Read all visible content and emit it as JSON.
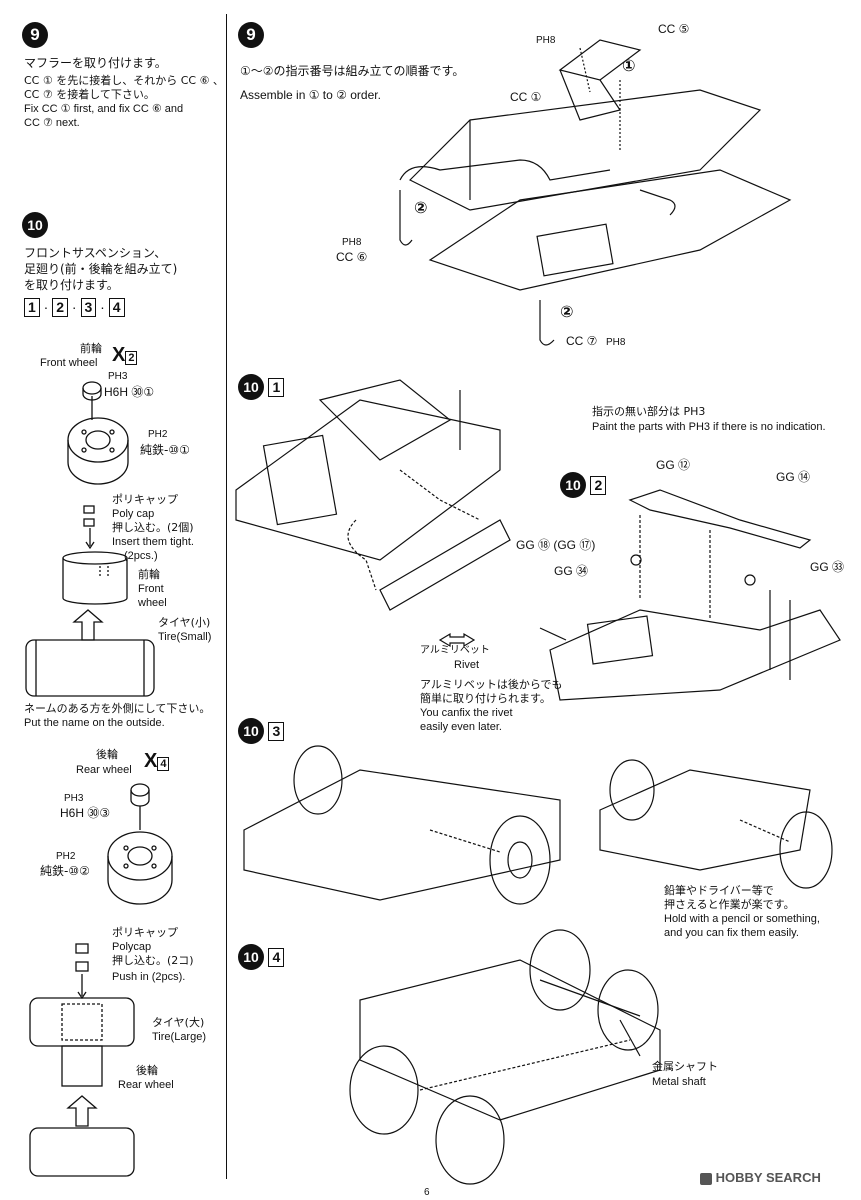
{
  "left_col": {
    "step9": {
      "num": "9",
      "title": "マフラーを取り付けます。",
      "jp_line1": "CC ① を先に接着し、それから CC ⑥ 、",
      "jp_line2": "CC ⑦ を接着して下さい。",
      "en_line1": "Fix CC ① first, and fix CC ⑥ and",
      "en_line2": "CC ⑦ next."
    },
    "step10": {
      "num": "10",
      "title1": "フロントサスペンション、",
      "title2": "足廻り(前・後輪を組み立て)",
      "title3": "を取り付けます。",
      "substeps": [
        "1",
        "2",
        "3",
        "4"
      ],
      "front_wheel_jp": "前輪",
      "front_wheel_en": "Front wheel",
      "front_x": "X",
      "front_x_num": "2",
      "ph3_a": "PH3",
      "h6h_301": "H6H ㉚①",
      "ph2_a": "PH2",
      "iron_101": "純鉄-⑩①",
      "polycap_jp": "ポリキャップ",
      "polycap_en": "Poly cap",
      "push_jp": "押し込む。(2個)",
      "insert_en": "Insert them tight.",
      "pcs": "(2pcs.)",
      "front_jp": "前輪",
      "front_en1": "Front",
      "front_en2": "wheel",
      "tire_small_jp": "タイヤ(小)",
      "tire_small_en": "Tire(Small)",
      "name_out_jp": "ネームのある方を外側にして下さい。",
      "name_out_en": "Put the name on the outside.",
      "rear_wheel_jp": "後輪",
      "rear_wheel_en": "Rear wheel",
      "rear_x": "X",
      "rear_x_num": "4",
      "ph3_b": "PH3",
      "h6h_303": "H6H ㉚③",
      "ph2_b": "PH2",
      "iron_102": "純鉄-⑩②",
      "polycap2_jp": "ポリキャップ",
      "polycap2_en": "Polycap",
      "push2_jp": "押し込む。(2コ)",
      "push2_en": "Push in (2pcs).",
      "tire_large_jp": "タイヤ(大)",
      "tire_large_en": "Tire(Large)",
      "rear_jp": "後輪",
      "rear_en": "Rear wheel"
    }
  },
  "right_col": {
    "step9": {
      "num": "9",
      "order_jp": "①～②の指示番号は組み立ての順番です。",
      "order_en": "Assemble in ① to ② order.",
      "ph8_top": "PH8",
      "cc5": "CC ⑤",
      "one": "①",
      "cc1": "CC ①",
      "ph8_left": "PH8",
      "cc6": "CC ⑥",
      "two_left": "②",
      "two_right": "②",
      "cc7": "CC ⑦",
      "ph8_right": "PH8"
    },
    "sub1": {
      "num": "10",
      "box": "1"
    },
    "note_jp": "指示の無い部分は PH3",
    "note_en": "Paint the parts with PH3 if there is no indication.",
    "sub2": {
      "num": "10",
      "box": "2",
      "gg12": "GG ⑫",
      "gg14": "GG ⑭",
      "gg18": "GG ⑱ (GG ⑰)",
      "gg34": "GG ㉞",
      "gg33": "GG ㉝",
      "rivet_jp": "アルミリベット",
      "rivet_en": "Rivet",
      "later_jp1": "アルミリベットは後からでも",
      "later_jp2": "簡単に取り付けられます。",
      "later_en1": "You canfix the rivet",
      "later_en2": "easily even later."
    },
    "sub3": {
      "num": "10",
      "box": "3",
      "pencil_jp1": "鉛筆やドライバー等で",
      "pencil_jp2": "押さえると作業が楽です。",
      "pencil_en1": "Hold with a pencil or something,",
      "pencil_en2": "and you can fix them easily."
    },
    "sub4": {
      "num": "10",
      "box": "4",
      "shaft_jp": "金属シャフト",
      "shaft_en": "Metal shaft"
    }
  },
  "footer": {
    "page": "6",
    "watermark": "HOBBY SEARCH"
  }
}
